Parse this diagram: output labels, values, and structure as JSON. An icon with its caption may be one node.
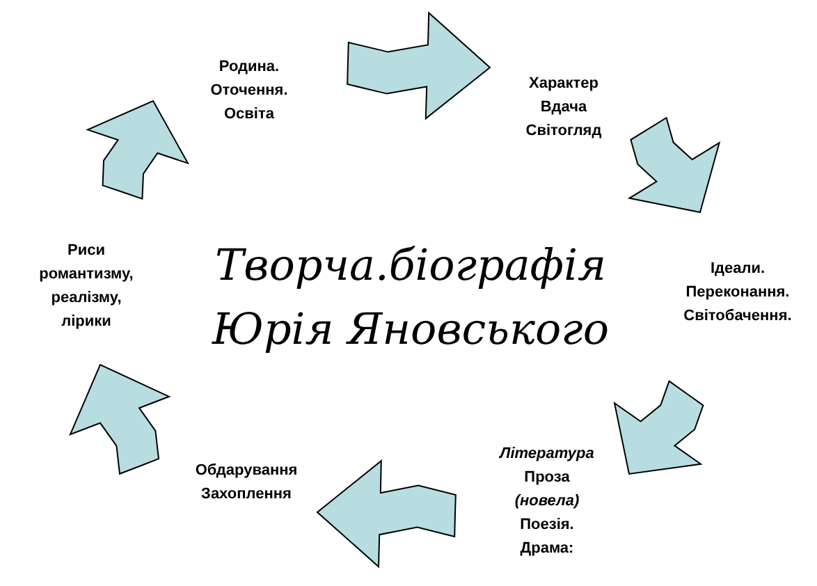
{
  "diagram": {
    "title": "Творча.біографія Юрія Яновського",
    "nodes": [
      {
        "text": [
          "Родина. Оточення. Освіта"
        ]
      },
      {
        "text": [
          "Характер Вдача Світогляд"
        ]
      },
      {
        "text": [
          "Ідеали. Переконання. Світобачення."
        ]
      },
      {
        "text": [
          "*Література* Проза *(новела)* Поезія. Драма:"
        ]
      },
      {
        "text": [
          "Обдарування Захоплення"
        ]
      },
      {
        "text": [
          "Риси романтизму, реалізму, лірики"
        ]
      }
    ],
    "edges": [
      {
        "from": 0,
        "to": 1,
        "arrow": "to"
      },
      {
        "from": 1,
        "to": 2,
        "arrow": "to"
      },
      {
        "from": 2,
        "to": 3,
        "arrow": "to"
      },
      {
        "from": 3,
        "to": 4,
        "arrow": "to"
      },
      {
        "from": 4,
        "to": 5,
        "arrow": "to"
      },
      {
        "from": 5,
        "to": 0,
        "arrow": "to"
      }
    ]
  }
}
